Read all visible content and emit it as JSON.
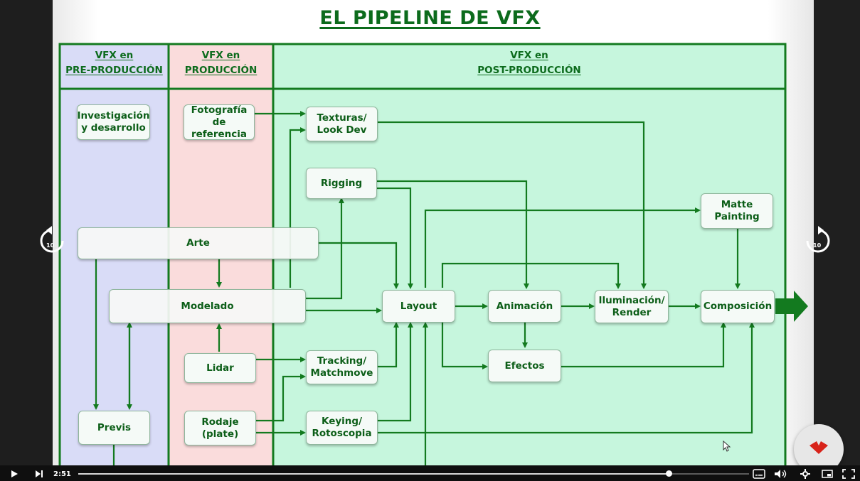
{
  "slide": {
    "title": "EL PIPELINE DE VFX",
    "columns": {
      "pre": [
        "VFX en",
        "PRE-PRODUCCIÓN"
      ],
      "prod": [
        "VFX en",
        "PRODUCCIÓN"
      ],
      "post": [
        "VFX en",
        "POST-PRODUCCIÓN"
      ]
    },
    "colors": {
      "title_green": "#0c6b1c",
      "pre_bg": "#d9dcf7",
      "prod_bg": "#fadcdc",
      "post_bg": "#c6f6dd",
      "line_green": "#137a1f"
    },
    "nodes": {
      "investigacion": "Investigación\ny desarrollo",
      "fotografia": "Fotografía\nde referencia",
      "texturas": "Texturas/\nLook Dev",
      "rigging": "Rigging",
      "matte": "Matte\nPainting",
      "arte": "Arte",
      "modelado": "Modelado",
      "layout": "Layout",
      "animacion": "Animación",
      "iluminacion": "Iluminación/\nRender",
      "composicion": "Composición",
      "lidar": "Lidar",
      "tracking": "Tracking/\nMatchmove",
      "efectos": "Efectos",
      "previs": "Previs",
      "rodaje": "Rodaje\n(plate)",
      "keying": "Keying/\nRotoscopia"
    }
  },
  "player": {
    "current_time": "2:51",
    "progress": 0.88,
    "seek_back_seconds": "10",
    "seek_forward_seconds": "10",
    "icons": [
      "play-icon",
      "next-icon",
      "subtitles-icon",
      "volume-icon",
      "settings-icon",
      "miniplayer-icon",
      "fullscreen-icon",
      "seek-back-icon",
      "seek-forward-icon",
      "logo-icon"
    ]
  }
}
